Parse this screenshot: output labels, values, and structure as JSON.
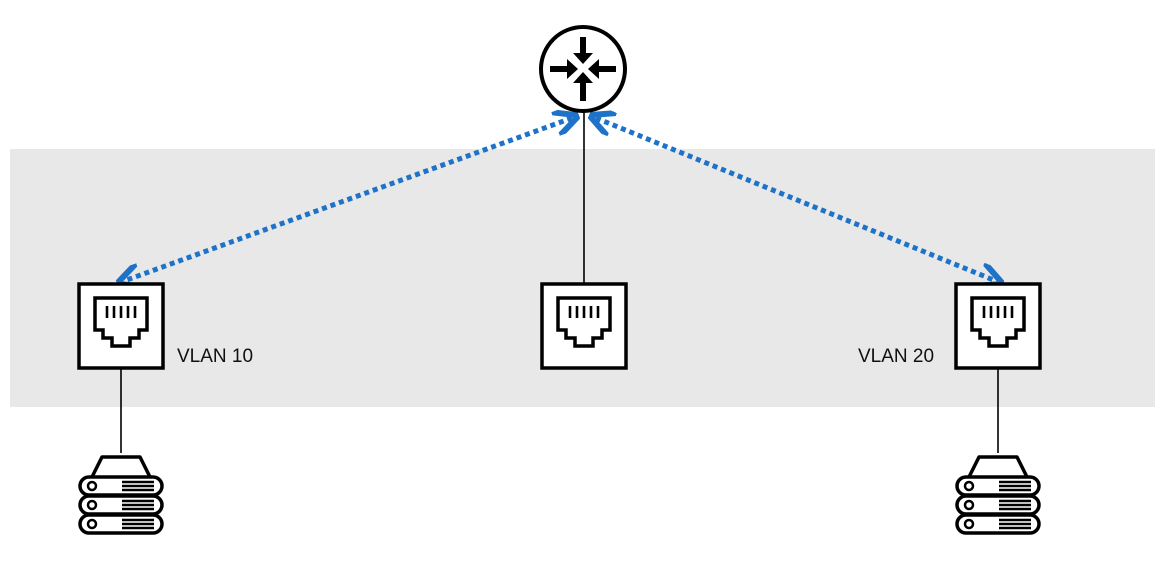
{
  "diagram": {
    "labels": {
      "left_port": "VLAN 10",
      "right_port": "VLAN 20"
    },
    "nodes": [
      {
        "id": "router",
        "icon": "router-icon"
      },
      {
        "id": "port-left",
        "icon": "ethernet-port-icon"
      },
      {
        "id": "port-center",
        "icon": "ethernet-port-icon"
      },
      {
        "id": "port-right",
        "icon": "ethernet-port-icon"
      },
      {
        "id": "server-left",
        "icon": "server-stack-icon"
      },
      {
        "id": "server-right",
        "icon": "server-stack-icon"
      }
    ],
    "links": [
      {
        "from": "router",
        "to": "port-center",
        "style": "solid"
      },
      {
        "from": "port-left",
        "to": "server-left",
        "style": "solid"
      },
      {
        "from": "port-right",
        "to": "server-right",
        "style": "solid"
      },
      {
        "from": "router",
        "to": "port-left",
        "style": "dotted-bidirectional"
      },
      {
        "from": "router",
        "to": "port-right",
        "style": "dotted-bidirectional"
      }
    ],
    "colors": {
      "switch_band": "#e8e8e8",
      "dotted_link": "#1e73c8",
      "stroke": "#000000"
    }
  }
}
